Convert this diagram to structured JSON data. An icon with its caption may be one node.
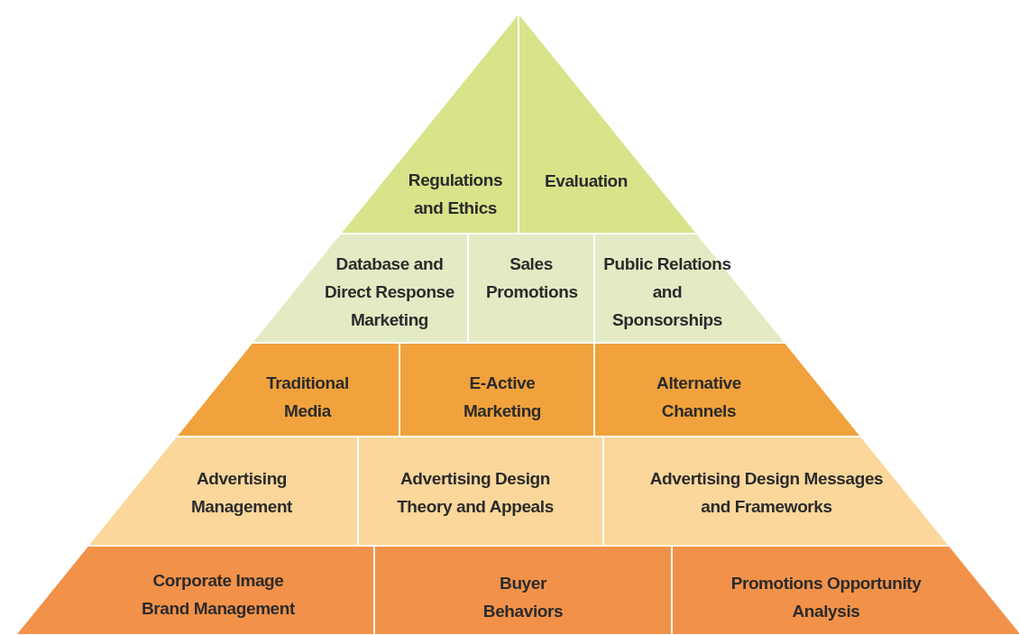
{
  "diagram": {
    "nodes": [
      {
        "text": [
          "Regulations and Ethics"
        ]
      },
      {
        "text": [
          "Evaluation"
        ]
      },
      {
        "text": [
          "Database and Direct Response Marketing"
        ]
      },
      {
        "text": [
          "Sales Promotions"
        ]
      },
      {
        "text": [
          "Public Relations and Sponsorships"
        ]
      },
      {
        "text": [
          "Traditional Media"
        ]
      },
      {
        "text": [
          "E-Active Marketing"
        ]
      },
      {
        "text": [
          "Alternative Channels"
        ]
      },
      {
        "text": [
          "Advertising Management"
        ]
      },
      {
        "text": [
          "Advertising Design Theory and Appeals"
        ]
      },
      {
        "text": [
          "Advertising Design Messages and Frameworks"
        ]
      },
      {
        "text": [
          "Corporate Image Brand Management"
        ]
      },
      {
        "text": [
          "Buyer Behaviors"
        ]
      },
      {
        "text": [
          "Promotions Opportunity Analysis"
        ]
      }
    ]
  }
}
